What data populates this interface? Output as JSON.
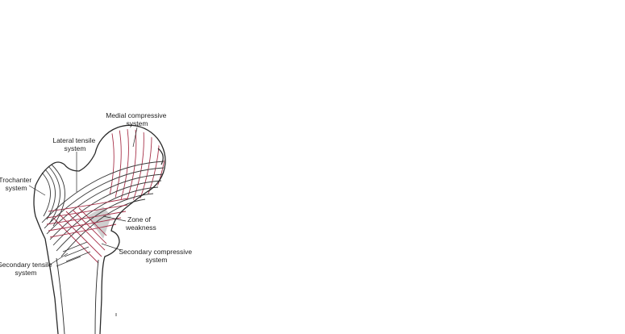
{
  "labels": {
    "medial_compressive": [
      "Medial compressive",
      "system"
    ],
    "lateral_tensile": [
      "Lateral tensile",
      "system"
    ],
    "trochanter": [
      "Trochanter",
      "system"
    ],
    "zone_of_weakness": [
      "Zone of",
      "weakness"
    ],
    "secondary_compressive": [
      "Secondary compressive",
      "system"
    ],
    "secondary_tensile": [
      "Secondary tensile",
      "system"
    ]
  },
  "colors": {
    "outline": "#2a2a2a",
    "trabeculae_red": "#a8324a",
    "trabeculae_dark": "#3a3a3a",
    "weak_zone": "#cfcfcf",
    "text": "#222222"
  }
}
